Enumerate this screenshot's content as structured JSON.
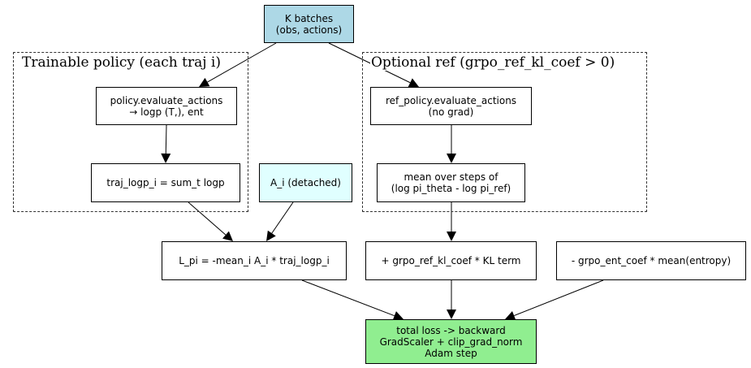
{
  "colors": {
    "input_fill": "#add8e6",
    "advantage_fill": "#e0ffff",
    "output_fill": "#90ee90",
    "default_fill": "#ffffff",
    "stroke": "#000000"
  },
  "clusters": {
    "policy": {
      "title": "Trainable policy (each traj i)"
    },
    "ref": {
      "title": "Optional ref (grpo_ref_kl_coef > 0)"
    }
  },
  "nodes": {
    "k_batches": "K batches\n(obs, actions)",
    "policy_eval": "policy.evaluate_actions\n→ logp (T,), ent",
    "traj_logp": "traj_logp_i = sum_t logp",
    "advantage": "A_i (detached)",
    "ref_eval": "ref_policy.evaluate_actions\n(no grad)",
    "kl_mean": "mean over steps of\n(log pi_theta - log pi_ref)",
    "l_pi": "L_pi = -mean_i A_i * traj_logp_i",
    "kl_term": "+ grpo_ref_kl_coef * KL term",
    "entropy_term": "- grpo_ent_coef * mean(entropy)",
    "total_loss": "total loss -> backward\nGradScaler + clip_grad_norm\nAdam step"
  },
  "edges": [
    {
      "from": "k_batches",
      "to": "policy_eval"
    },
    {
      "from": "k_batches",
      "to": "ref_eval"
    },
    {
      "from": "policy_eval",
      "to": "traj_logp"
    },
    {
      "from": "traj_logp",
      "to": "l_pi"
    },
    {
      "from": "advantage",
      "to": "l_pi"
    },
    {
      "from": "ref_eval",
      "to": "kl_mean"
    },
    {
      "from": "kl_mean",
      "to": "kl_term"
    },
    {
      "from": "l_pi",
      "to": "total_loss"
    },
    {
      "from": "kl_term",
      "to": "total_loss"
    },
    {
      "from": "entropy_term",
      "to": "total_loss"
    }
  ]
}
